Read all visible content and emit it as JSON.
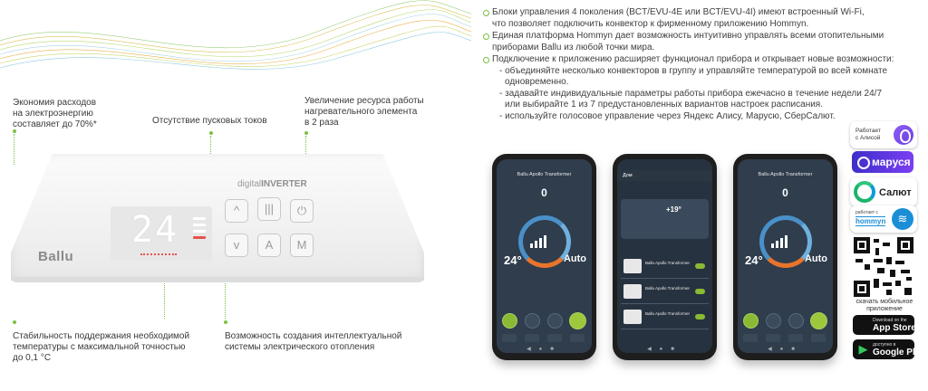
{
  "left": {
    "callouts": {
      "economy": [
        "Экономия расходов",
        "на электроэнергию",
        "составляет до 70%*"
      ],
      "no_inrush": [
        "Отсутствие пусковых токов"
      ],
      "resource": [
        "Увеличение ресурса работы",
        "нагревательного элемента",
        "в 2 раза"
      ],
      "stability": [
        "Стабильность  поддержания необходимой",
        "температуры с максимальной точностью",
        "до 0,1 °C"
      ],
      "system": [
        "Возможность создания интеллектуальной",
        "системы электрического отопления"
      ]
    },
    "heater": {
      "brand": "Ballu",
      "series_light": "digital",
      "series_bold": "INVERTER",
      "display": "24",
      "buttons": {
        "up": "^",
        "heat": "|||",
        "power": "⏻",
        "down": "v",
        "a": "A",
        "m": "M"
      }
    }
  },
  "right": {
    "bullets": [
      {
        "lines": [
          "Блоки управления 4 поколения (BCT/EVU-4E или BCT/EVU-4I) имеют встроенный Wi-Fi,",
          "что позволяет подключить конвектор к фирменному приложению Hommyn."
        ]
      },
      {
        "lines": [
          "Единая платформа Hommyn дает возможность интуитивно управлять всеми отопительными",
          "приборами Ballu из любой точки мира."
        ]
      },
      {
        "lines": [
          "Подключение к приложению расширяет функционал прибора и открывает новые возможности:"
        ],
        "subs": [
          "- объединяйте несколько конвекторов в группу и управляйте температурой во всей комнате",
          "  одновременно.",
          "- задавайте индивидуальные параметры работы прибора ежечасно в течение недели 24/7",
          "  или выбирайте 1 из 7 предустановленных вариантов настроек расписания.",
          "- используйте голосовое управление через Яндекс Алису, Марусю, СберСалют."
        ]
      }
    ],
    "phones": {
      "p1": {
        "title": "Ballu Apollo Transformer",
        "set": "0",
        "temp": "24°",
        "power": "Auto"
      },
      "p2": {
        "title": "Дом",
        "outside": "+19°",
        "devices": [
          "Ballu Apollo Transformer",
          "Ballu Apollo Transformer",
          "Ballu Apollo Transformer"
        ]
      },
      "p3": {
        "title": "Ballu Apollo Transformer",
        "set": "0",
        "temp": "24°",
        "power": "Auto"
      }
    },
    "badges": {
      "alice": [
        "Работает",
        "с Алисой"
      ],
      "marusya": "маруся",
      "salut": "Салют",
      "hommyn_small": "работает с",
      "hommyn": "hommyn",
      "qr_caption": [
        "скачать мобильное",
        "приложение"
      ],
      "app_store": {
        "small": "Download on the",
        "big": "App Store"
      },
      "google_play": {
        "small": "доступно в",
        "big": "Google Play"
      }
    }
  },
  "colors": {
    "accent_green": "#7ac143",
    "screen_dark": "#2f3d4d",
    "dial_blue": "#4a90c8",
    "dial_orange": "#e8742c",
    "marusya": "#5b33e0",
    "hommyn_blue": "#1b8fd6"
  }
}
